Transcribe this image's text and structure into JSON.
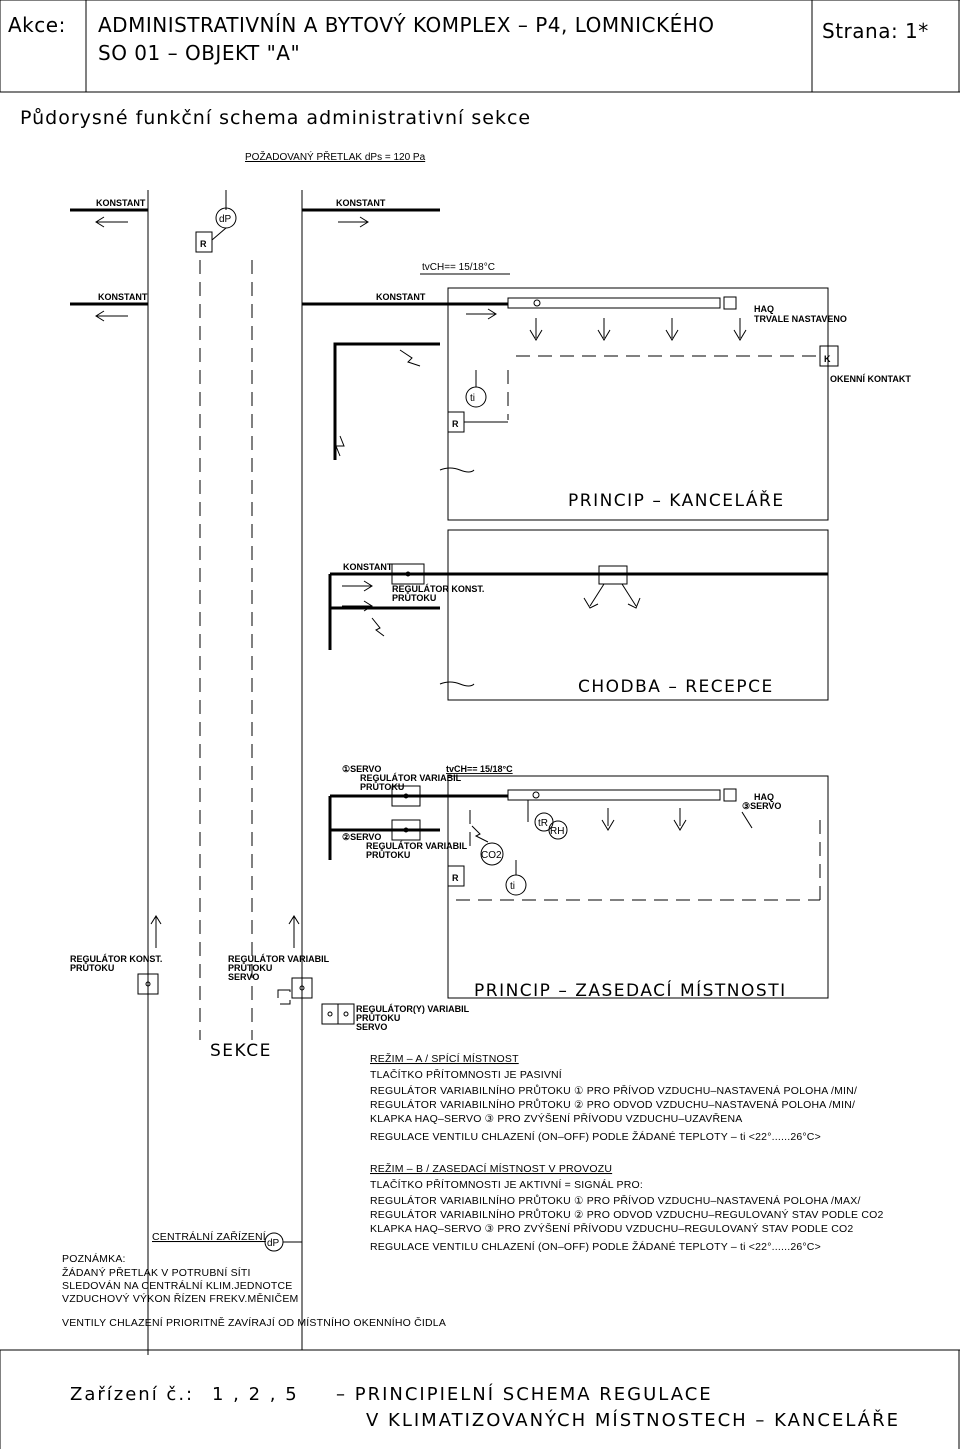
{
  "header": {
    "akce_label": "Akce:",
    "project_line1": "ADMINISTRATIVNÍN A BYTOVÝ KOMPLEX – P4, LOMNICKÉHO",
    "project_line2": "SO 01 – OBJEKT \"A\"",
    "page_label": "Strana: 1*"
  },
  "diagram": {
    "title": "Půdorysné funkční schema administrativní sekce",
    "pressure_note": "POŽADOVANÝ PŘETLAK dPs = 120 Pa",
    "labels": {
      "konstant": "KONSTANT",
      "dp": "dP",
      "r": "R",
      "k": "K",
      "ti": "ti",
      "tr": "tR",
      "rh": "RH",
      "co2": "CO2",
      "tvch_top": "tvCH== 15/18°C",
      "tvch_mid": "tvCH== 15/18°C",
      "haq": "HAQ",
      "trvale": "TRVALE NASTAVENO",
      "okenni": "OKENNÍ KONTAKT",
      "regulator_konst": "REGULÁTOR KONST.",
      "prutoku": "PRŮTOKU",
      "servo1": "①SERVO",
      "servo2": "②SERVO",
      "servo3": "③SERVO",
      "servo": "SERVO",
      "regulator_variabil": "REGULÁTOR VARIABIL",
      "regulator_y_variabil": "REGULÁTOR(Y) VARIABIL",
      "centralni": "CENTRÁLNÍ ZAŘÍZENÍ"
    },
    "rooms": {
      "kancelare": "PRINCIP – KANCELÁŘE",
      "chodba": "CHODBA – RECEPCE",
      "zasedaci": "PRINCIP – ZASEDACÍ MÍSTNOSTI",
      "sekce": "SEKCE"
    },
    "mode_a": [
      "REŽIM – A / SPÍCÍ MÍSTNOST",
      "TLAČÍTKO PŘÍTOMNOSTI JE PASIVNÍ",
      "REGULÁTOR VARIABILNÍHO PRŮTOKU ① PRO PŘÍVOD VZDUCHU–NASTAVENÁ POLOHA /MIN/",
      "REGULÁTOR VARIABILNÍHO PRŮTOKU ② PRO ODVOD VZDUCHU–NASTAVENÁ POLOHA /MIN/",
      "KLAPKA HAQ–SERVO ③ PRO ZVÝŠENÍ PŘÍVODU VZDUCHU–UZAVŘENA",
      "REGULACE VENTILU CHLAZENÍ (ON–OFF) PODLE ŽÁDANÉ TEPLOTY – ti <22°......26°C>"
    ],
    "mode_b": [
      "REŽIM – B / ZASEDACÍ MÍSTNOST V PROVOZU",
      "TLAČÍTKO PŘÍTOMNOSTI JE AKTIVNÍ = SIGNÁL PRO:",
      "REGULÁTOR VARIABILNÍHO PRŮTOKU ① PRO PŘÍVOD VZDUCHU–NASTAVENÁ POLOHA /MAX/",
      "REGULÁTOR VARIABILNÍHO PRŮTOKU ② PRO ODVOD VZDUCHU–REGULOVANÝ STAV PODLE CO2",
      "KLAPKA HAQ–SERVO ③ PRO ZVÝŠENÍ PŘÍVODU VZDUCHU–REGULOVANÝ STAV PODLE CO2",
      "REGULACE VENTILU CHLAZENÍ (ON–OFF) PODLE ŽÁDANÉ TEPLOTY – ti <22°......26°C>"
    ],
    "notes": [
      "POZNÁMKA:",
      "ŽÁDANÝ PŘETLAK V POTRUBNÍ SÍTI",
      "SLEDOVÁN NA CENTRÁLNÍ KLIM.JEDNOTCE",
      "VZDUCHOVÝ VÝKON ŘÍZEN FREKV.MĚNIČEM"
    ],
    "cooling_note": "VENTILY CHLAZENÍ PRIORITNĚ ZAVÍRAJÍ OD MÍSTNÍHO OKENNÍHO ČIDLA"
  },
  "footer": {
    "label": "Zařízení č.:",
    "numbers": "1 , 2 , 5",
    "title_line1": "– PRINCIPIELNÍ SCHEMA REGULACE",
    "title_line2": "V KLIMATIZOVANÝCH MÍSTNOSTECH – KANCELÁŘE"
  }
}
